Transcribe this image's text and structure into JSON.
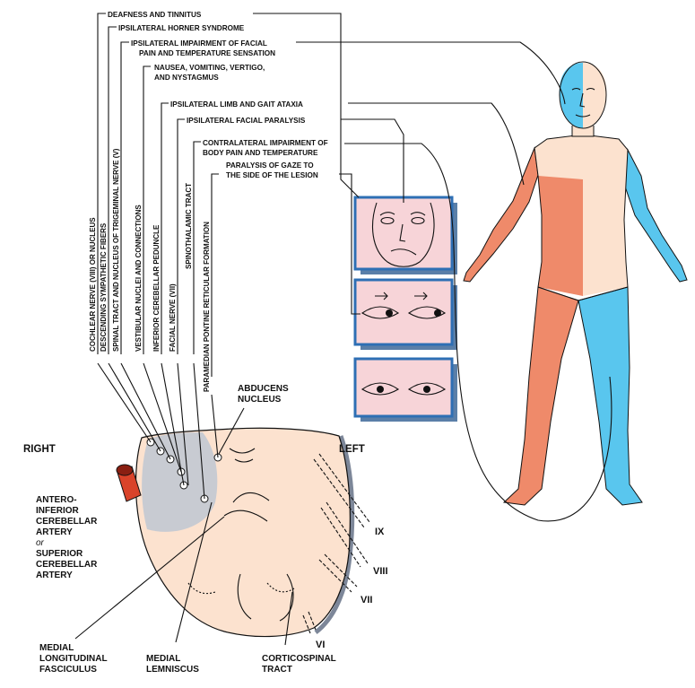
{
  "symptoms": [
    "DEAFNESS AND TINNITUS",
    "IPSILATERAL HORNER SYNDROME",
    "IPSILATERAL IMPAIRMENT OF FACIAL",
    "PAIN AND TEMPERATURE SENSATION",
    "NAUSEA, VOMITING, VERTIGO,",
    "AND NYSTAGMUS",
    "IPSILATERAL LIMB AND GAIT ATAXIA",
    "IPSILATERAL FACIAL PARALYSIS",
    "CONTRALATERAL IMPAIRMENT OF",
    "BODY PAIN  AND TEMPERATURE",
    "PARALYSIS OF GAZE TO",
    "THE SIDE OF THE LESION"
  ],
  "structures": [
    "COCHLEAR NERVE (VIII) OR NUCLEUS",
    "DESCENDING SYMPATHETIC FIBERS",
    "SPINAL TRACT AND NUCLEUS OF TRIGEMINAL NERVE (V)",
    "VESTIBULAR NUCLEI AND CONNECTIONS",
    "INFERIOR CEREBELLAR PEDUNCLE",
    "FACIAL NERVE   (VII)",
    "SPINOTHALAMIC TRACT",
    "PARAMEDIAN PONTINE RETICULAR FORMATION"
  ],
  "sides": {
    "right": "RIGHT",
    "left": "LEFT"
  },
  "abducens": [
    "ABDUCENS",
    "NUCLEUS"
  ],
  "artery": [
    "ANTERO-",
    "INFERIOR",
    "CEREBELLAR",
    "ARTERY",
    "or",
    "SUPERIOR",
    "CEREBELLAR",
    "ARTERY"
  ],
  "bottom_labels": {
    "mlf": [
      "MEDIAL",
      "LONGITUDINAL",
      "FASCICULUS"
    ],
    "ml": [
      "MEDIAL",
      "LEMNISCUS"
    ],
    "ct": [
      "CORTICOSPINAL",
      "TRACT"
    ]
  },
  "cranial_nerves": [
    "IX",
    "VIII",
    "VII",
    "VI"
  ],
  "colors": {
    "ipsilateral_blue": "#59c6ee",
    "contralateral_red": "#ef8a6a",
    "body_skin": "#fce2cf",
    "panel_fill": "#f7d4d8",
    "panel_border": "#2e6fb4",
    "lesion_gray": "#c8cbd2",
    "artery_red": "#d9432a"
  },
  "icons": [
    "body-figure-icon",
    "facial-paralysis-face-icon",
    "gaze-eyes-icon",
    "neutral-eyes-icon",
    "pons-section-icon",
    "artery-icon"
  ]
}
